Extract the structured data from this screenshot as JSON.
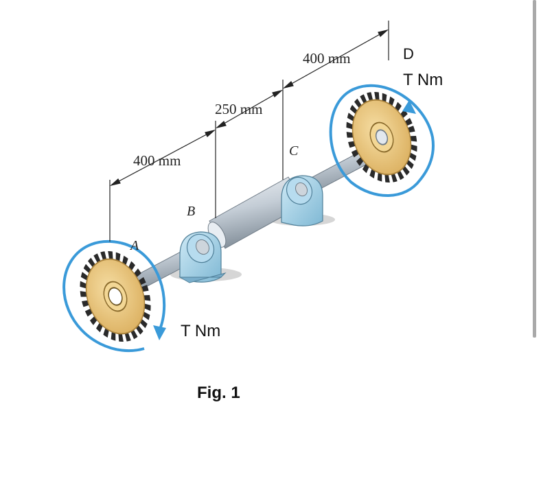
{
  "labels": {
    "dim_ab": "400 mm",
    "dim_bc": "250 mm",
    "dim_cd": "400 mm",
    "point_a": "A",
    "point_b": "B",
    "point_c": "C",
    "point_d": "D",
    "torque_d": "T Nm",
    "torque_a": "T Nm",
    "caption": "Fig. 1"
  },
  "colors": {
    "gear": "#e6c278",
    "gear_dark": "#2a2a2a",
    "shaft": "#c9d3dd",
    "bearing": "#9fcfe6",
    "arrow": "#3a9ad9",
    "dimension": "#222222"
  }
}
